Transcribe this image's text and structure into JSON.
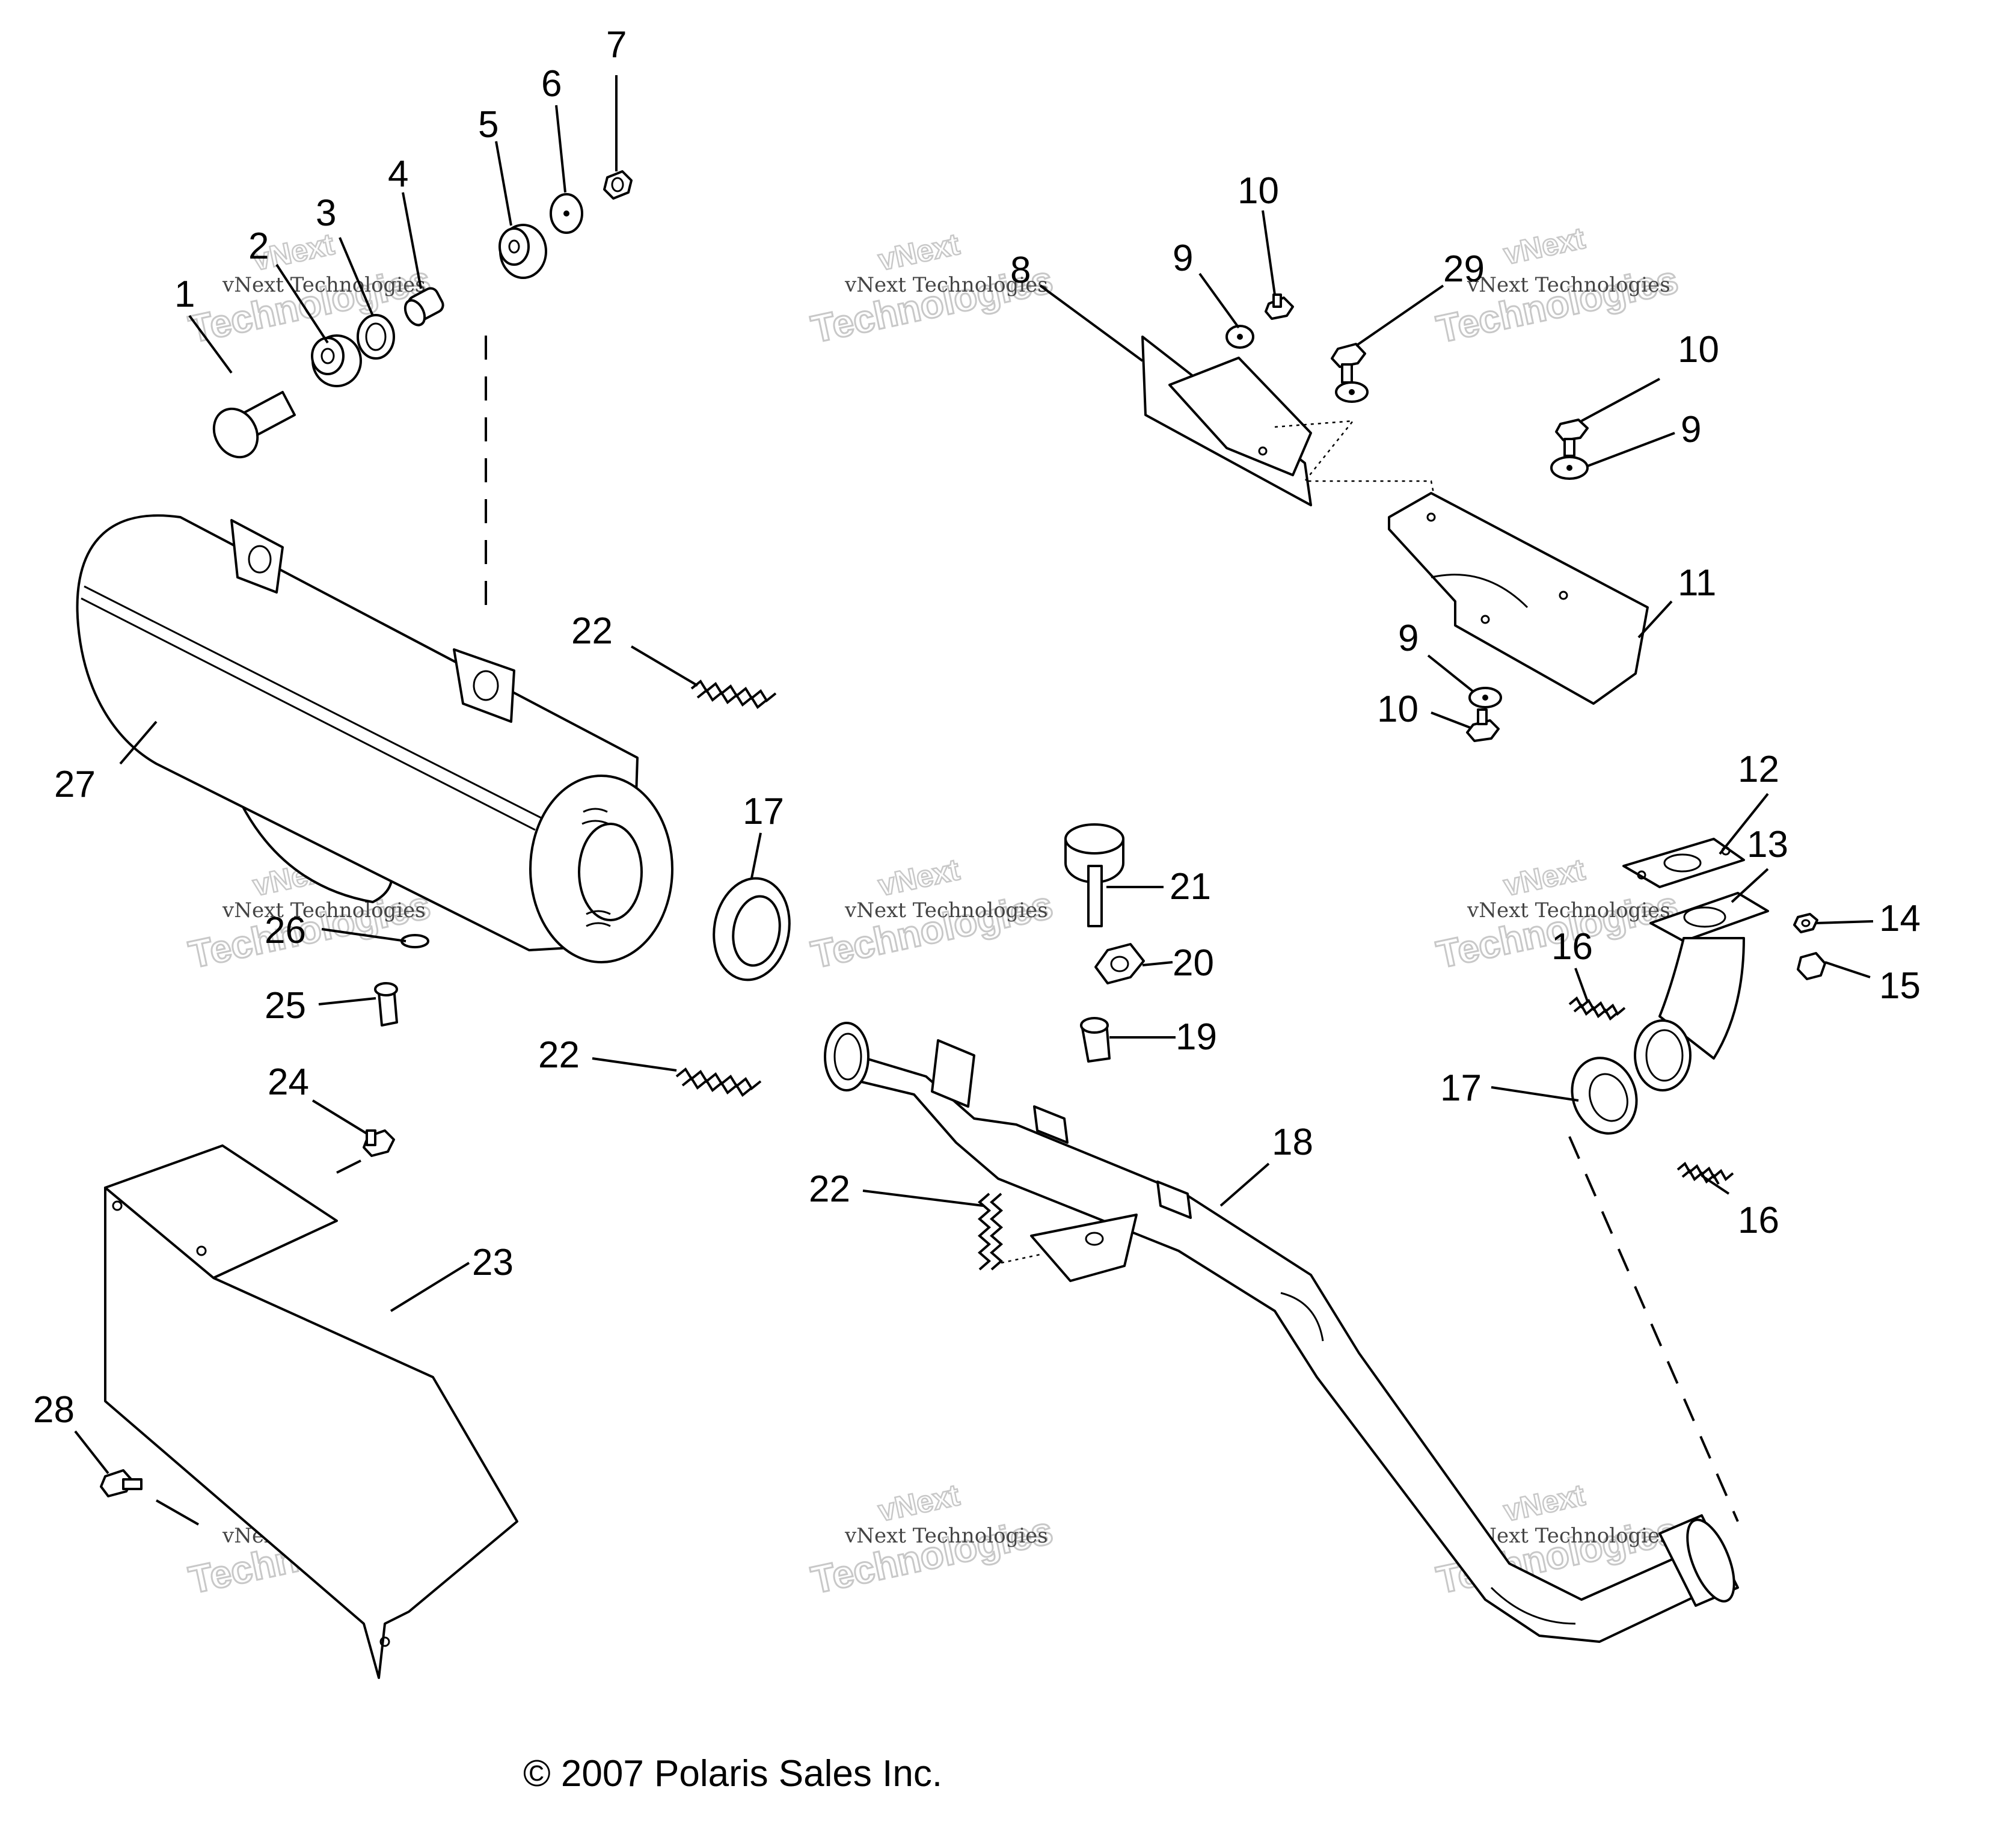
{
  "callouts": {
    "c1": "1",
    "c2": "2",
    "c3": "3",
    "c4": "4",
    "c5": "5",
    "c6": "6",
    "c7": "7",
    "c8": "8",
    "c9a": "9",
    "c9b": "9",
    "c9c": "9",
    "c10a": "10",
    "c10b": "10",
    "c10c": "10",
    "c11": "11",
    "c12": "12",
    "c13": "13",
    "c14": "14",
    "c15": "15",
    "c16a": "16",
    "c16b": "16",
    "c17a": "17",
    "c17b": "17",
    "c18": "18",
    "c19": "19",
    "c20": "20",
    "c21": "21",
    "c22a": "22",
    "c22b": "22",
    "c22c": "22",
    "c23": "23",
    "c24": "24",
    "c25": "25",
    "c26": "26",
    "c27": "27",
    "c28": "28",
    "c29": "29"
  },
  "watermark": {
    "brand_line": "vNext Technologies",
    "word_top": "vNext",
    "word_bottom": "Technologies"
  },
  "copyright": "© 2007 Polaris Sales Inc."
}
